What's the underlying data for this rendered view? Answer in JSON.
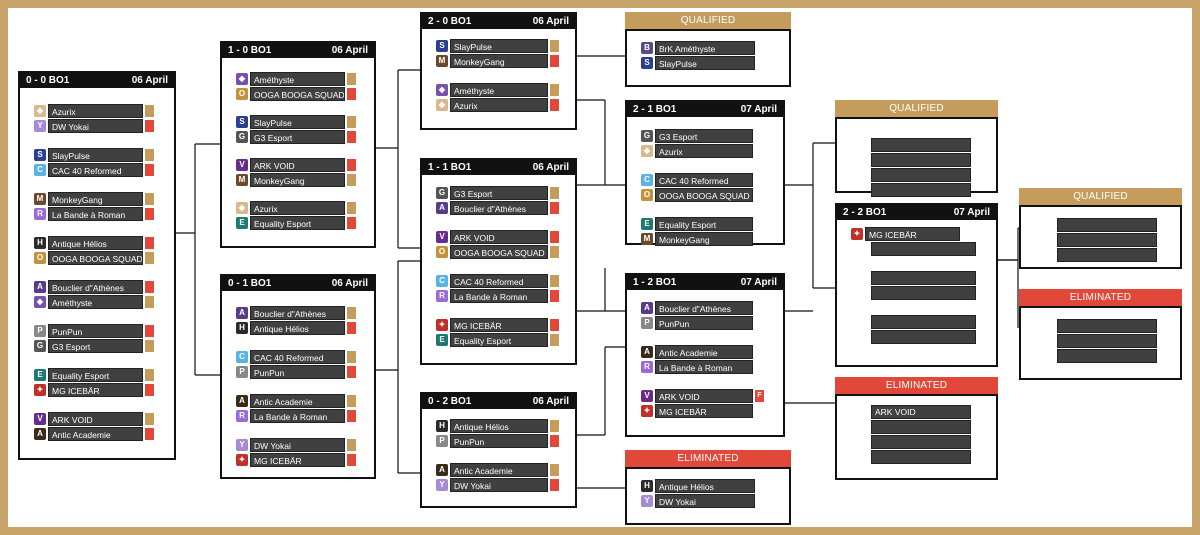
{
  "colors": {
    "frame": "#c9a46a",
    "gold": "#c69c5c",
    "red": "#e1483a",
    "dark": "#404040",
    "black": "#111111"
  },
  "rounds": {
    "r00": {
      "title": "0 - 0 BO1",
      "date": "06 April",
      "matches": [
        [
          {
            "team": "Azurix",
            "icon": "azurix-icon",
            "result": "win"
          },
          {
            "team": "DW Yokai",
            "icon": "dw-yokai-icon",
            "result": "loss"
          }
        ],
        [
          {
            "team": "SlayPulse",
            "icon": "slaypulse-icon",
            "result": "win"
          },
          {
            "team": "CAC 40 Reformed",
            "icon": "cac40-icon",
            "result": "loss"
          }
        ],
        [
          {
            "team": "MonkeyGang",
            "icon": "monkeygang-icon",
            "result": "win"
          },
          {
            "team": "La Bande à Roman",
            "icon": "bande-roman-icon",
            "result": "loss"
          }
        ],
        [
          {
            "team": "Antique Hélios",
            "icon": "antique-helios-icon",
            "result": "loss"
          },
          {
            "team": "OOGA BOOGA SQUAD",
            "icon": "ooga-booga-icon",
            "result": "win"
          }
        ],
        [
          {
            "team": "Bouclier d\"Athènes",
            "icon": "bouclier-icon",
            "result": "loss"
          },
          {
            "team": "Améthyste",
            "icon": "amethyste-icon",
            "result": "win"
          }
        ],
        [
          {
            "team": "PunPun",
            "icon": "punpun-icon",
            "result": "loss"
          },
          {
            "team": "G3 Esport",
            "icon": "g3-icon",
            "result": "win"
          }
        ],
        [
          {
            "team": "Equality Esport",
            "icon": "equality-icon",
            "result": "win"
          },
          {
            "team": "MG ICEBÄR",
            "icon": "mg-icebar-icon",
            "result": "loss"
          }
        ],
        [
          {
            "team": "ARK VOID",
            "icon": "ark-void-icon",
            "result": "win"
          },
          {
            "team": "Antic Academie",
            "icon": "antic-academie-icon",
            "result": "loss"
          }
        ]
      ]
    },
    "r10": {
      "title": "1 - 0 BO1",
      "date": "06 April",
      "matches": [
        [
          {
            "team": "Améthyste",
            "icon": "amethyste-icon",
            "result": "win"
          },
          {
            "team": "OOGA BOOGA SQUAD",
            "icon": "ooga-booga-icon",
            "result": "loss"
          }
        ],
        [
          {
            "team": "SlayPulse",
            "icon": "slaypulse-icon",
            "result": "win"
          },
          {
            "team": "G3 Esport",
            "icon": "g3-icon",
            "result": "loss"
          }
        ],
        [
          {
            "team": "ARK VOID",
            "icon": "ark-void-icon",
            "result": "loss"
          },
          {
            "team": "MonkeyGang",
            "icon": "monkeygang-icon",
            "result": "win"
          }
        ],
        [
          {
            "team": "Azurix",
            "icon": "azurix-icon",
            "result": "win"
          },
          {
            "team": "Equality Esport",
            "icon": "equality-icon",
            "result": "loss"
          }
        ]
      ]
    },
    "r01": {
      "title": "0 - 1 BO1",
      "date": "06 April",
      "matches": [
        [
          {
            "team": "Bouclier d\"Athènes",
            "icon": "bouclier-icon",
            "result": "win"
          },
          {
            "team": "Antique Hélios",
            "icon": "antique-helios-icon",
            "result": "loss"
          }
        ],
        [
          {
            "team": "CAC 40 Reformed",
            "icon": "cac40-icon",
            "result": "win"
          },
          {
            "team": "PunPun",
            "icon": "punpun-icon",
            "result": "loss"
          }
        ],
        [
          {
            "team": "Antic Academie",
            "icon": "antic-academie-icon",
            "result": "win"
          },
          {
            "team": "La Bande à Roman",
            "icon": "bande-roman-icon",
            "result": "loss"
          }
        ],
        [
          {
            "team": "DW Yokai",
            "icon": "dw-yokai-icon",
            "result": "win"
          },
          {
            "team": "MG ICEBÄR",
            "icon": "mg-icebar-icon",
            "result": "loss"
          }
        ]
      ]
    },
    "r20": {
      "title": "2 - 0 BO1",
      "date": "06 April",
      "matches": [
        [
          {
            "team": "SlayPulse",
            "icon": "slaypulse-icon",
            "result": "win"
          },
          {
            "team": "MonkeyGang",
            "icon": "monkeygang-icon",
            "result": "loss"
          }
        ],
        [
          {
            "team": "Améthyste",
            "icon": "amethyste-icon",
            "result": "win"
          },
          {
            "team": "Azurix",
            "icon": "azurix-icon",
            "result": "loss"
          }
        ]
      ]
    },
    "r11": {
      "title": "1 - 1 BO1",
      "date": "06 April",
      "matches": [
        [
          {
            "team": "G3 Esport",
            "icon": "g3-icon",
            "result": "win"
          },
          {
            "team": "Bouclier d\"Athènes",
            "icon": "bouclier-icon",
            "result": "loss"
          }
        ],
        [
          {
            "team": "ARK VOID",
            "icon": "ark-void-icon",
            "result": "loss"
          },
          {
            "team": "OOGA BOOGA SQUAD",
            "icon": "ooga-booga-icon",
            "result": "win"
          }
        ],
        [
          {
            "team": "CAC 40 Reformed",
            "icon": "cac40-icon",
            "result": "win"
          },
          {
            "team": "La Bande à Roman",
            "icon": "bande-roman-icon",
            "result": "loss"
          }
        ],
        [
          {
            "team": "MG ICEBÄR",
            "icon": "mg-icebar-icon",
            "result": "loss"
          },
          {
            "team": "Equality Esport",
            "icon": "equality-icon",
            "result": "win"
          }
        ]
      ]
    },
    "r02": {
      "title": "0 - 2 BO1",
      "date": "06 April",
      "matches": [
        [
          {
            "team": "Antique Hélios",
            "icon": "antique-helios-icon",
            "result": "win"
          },
          {
            "team": "PunPun",
            "icon": "punpun-icon",
            "result": "loss"
          }
        ],
        [
          {
            "team": "Antic Academie",
            "icon": "antic-academie-icon",
            "result": "win"
          },
          {
            "team": "DW Yokai",
            "icon": "dw-yokai-icon",
            "result": "loss"
          }
        ]
      ]
    },
    "r21": {
      "title": "2 - 1 BO1",
      "date": "07 April",
      "matches": [
        [
          {
            "team": "G3 Esport",
            "icon": "g3-icon",
            "result": ""
          },
          {
            "team": "Azurix",
            "icon": "azurix-icon",
            "result": ""
          }
        ],
        [
          {
            "team": "CAC 40 Reformed",
            "icon": "cac40-icon",
            "result": ""
          },
          {
            "team": "OOGA BOOGA SQUAD",
            "icon": "ooga-booga-icon",
            "result": ""
          }
        ],
        [
          {
            "team": "Equality Esport",
            "icon": "equality-icon",
            "result": ""
          },
          {
            "team": "MonkeyGang",
            "icon": "monkeygang-icon",
            "result": ""
          }
        ]
      ]
    },
    "r12": {
      "title": "1 - 2 BO1",
      "date": "07 April",
      "matches": [
        [
          {
            "team": "Bouclier d\"Athènes",
            "icon": "bouclier-icon",
            "result": ""
          },
          {
            "team": "PunPun",
            "icon": "punpun-icon",
            "result": ""
          }
        ],
        [
          {
            "team": "Antic Academie",
            "icon": "antic-academie-icon",
            "result": ""
          },
          {
            "team": "La Bande à Roman",
            "icon": "bande-roman-icon",
            "result": ""
          }
        ],
        [
          {
            "team": "ARK VOID",
            "icon": "ark-void-icon",
            "result": "forfeit",
            "mark": "F"
          },
          {
            "team": "MG ICEBÄR",
            "icon": "mg-icebar-icon",
            "result": ""
          }
        ]
      ]
    },
    "r22": {
      "title": "2 - 2 BO1",
      "date": "07 April",
      "matches": [
        [
          {
            "team": "MG ICEBÄR",
            "icon": "mg-icebar-icon",
            "result": ""
          },
          {
            "team": "",
            "icon": "",
            "result": ""
          }
        ],
        [
          {
            "team": "",
            "icon": "",
            "result": ""
          },
          {
            "team": "",
            "icon": "",
            "result": ""
          }
        ],
        [
          {
            "team": "",
            "icon": "",
            "result": ""
          },
          {
            "team": "",
            "icon": "",
            "result": ""
          }
        ]
      ]
    }
  },
  "outcomes": {
    "q1": {
      "label": "QUALIFIED",
      "teams": [
        {
          "team": "BrK Améthyste",
          "icon": "brk-amethyste-icon"
        },
        {
          "team": "SlayPulse",
          "icon": "slaypulse-icon"
        }
      ]
    },
    "e1": {
      "label": "ELIMINATED",
      "teams": [
        {
          "team": "Antique Hélios",
          "icon": "antique-helios-icon"
        },
        {
          "team": "DW Yokai",
          "icon": "dw-yokai-icon"
        }
      ]
    },
    "q2": {
      "label": "QUALIFIED",
      "slots": [
        "",
        "",
        "",
        ""
      ]
    },
    "e2": {
      "label": "ELIMINATED",
      "slots": [
        "ARK VOID",
        "",
        "",
        ""
      ]
    },
    "q3": {
      "label": "QUALIFIED",
      "slots": [
        "",
        "",
        ""
      ]
    },
    "e3": {
      "label": "ELIMINATED",
      "slots": [
        "",
        "",
        ""
      ]
    }
  }
}
